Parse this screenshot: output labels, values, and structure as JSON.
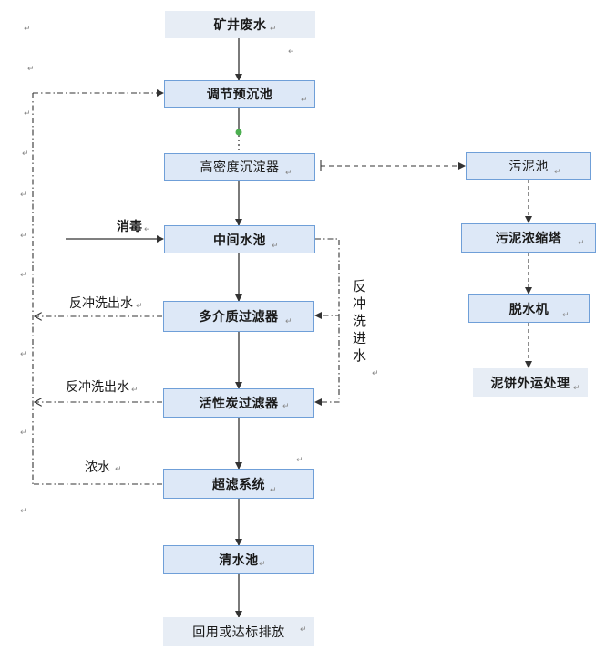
{
  "nodes": {
    "mine_wastewater": "矿井废水",
    "regulating_presettling_tank": "调节预沉池",
    "high_density_clarifier": "高密度沉淀器",
    "intermediate_tank": "中间水池",
    "multimedia_filter": "多介质过滤器",
    "activated_carbon_filter": "活性炭过滤器",
    "ultrafiltration_system": "超滤系统",
    "clear_water_tank": "清水池",
    "reuse_or_discharge": "回用或达标排放",
    "sludge_tank": "污泥池",
    "sludge_thickener": "污泥浓缩塔",
    "dewatering_machine": "脱水机",
    "sludge_cake_disposal": "泥饼外运处理"
  },
  "labels": {
    "disinfection": "消毒",
    "backwash_outlet_1": "反冲洗出水",
    "backwash_outlet_2": "反冲洗出水",
    "concentrate": "浓水",
    "backwash_inlet": "反冲洗进水"
  },
  "paragraph_mark": "↵",
  "colors": {
    "box_fill": "#dde8f7",
    "box_border": "#6f9fd8",
    "plain_fill": "#e7edf5",
    "line": "#333333",
    "connector_dot": "#4caf50"
  }
}
